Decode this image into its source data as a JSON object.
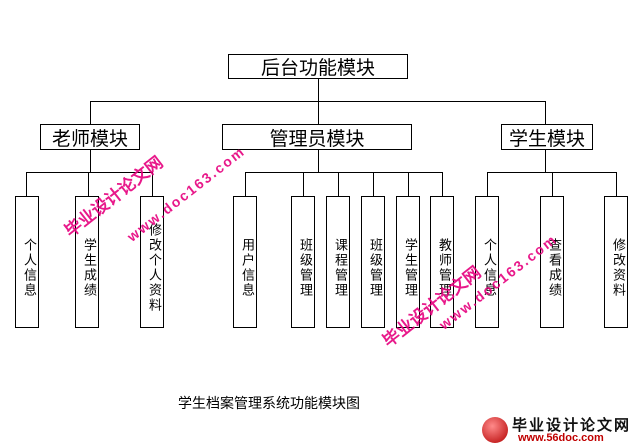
{
  "root": {
    "label": "后台功能模块"
  },
  "modules": [
    {
      "label": "老师模块",
      "children": [
        "个人信息",
        "学生成绩",
        "修改个人资料"
      ]
    },
    {
      "label": "管理员模块",
      "children": [
        "用户信息",
        "班级管理",
        "课程管理",
        "班级管理",
        "学生管理",
        "教师管理"
      ]
    },
    {
      "label": "学生模块",
      "children": [
        "个人信息",
        "查看成绩",
        "修改资料"
      ]
    }
  ],
  "caption": "学生档案管理系统功能模块图",
  "watermark": {
    "site_cn": "毕业设计论文网",
    "site_url": "www.doc163.com"
  },
  "logo": {
    "title": "毕业设计论文网",
    "url": "www.56doc.com"
  }
}
